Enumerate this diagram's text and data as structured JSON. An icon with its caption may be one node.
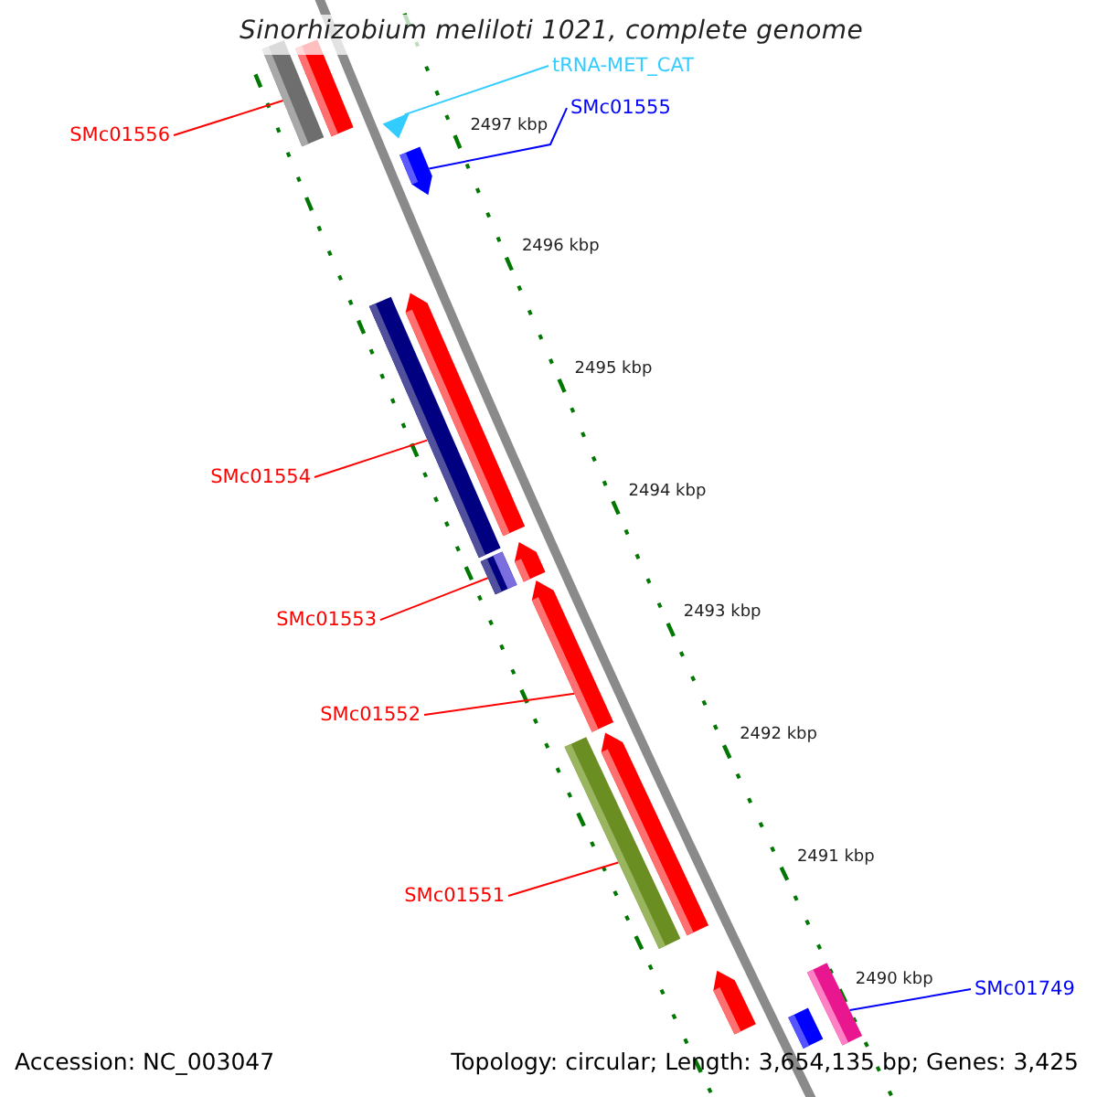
{
  "diagram": {
    "title": "Sinorhizobium meliloti 1021, complete genome",
    "nodes": [
      {
        "text": [
          "tRNA-MET_CAT"
        ]
      },
      {
        "text": [
          "SMc01555"
        ]
      },
      {
        "text": [
          "SMc01556"
        ]
      },
      {
        "text": [
          "SMc01554"
        ]
      },
      {
        "text": [
          "SMc01553"
        ]
      },
      {
        "text": [
          "SMc01552"
        ]
      },
      {
        "text": [
          "SMc01551"
        ]
      },
      {
        "text": [
          "SMc01749"
        ]
      },
      {
        "text": [],
        "shape": "bar"
      },
      {
        "text": [],
        "shape": "triangle"
      },
      {
        "text": [],
        "shape": "bar"
      },
      {
        "text": [],
        "shape": "bar"
      },
      {
        "text": [],
        "shape": "bar"
      },
      {
        "text": [],
        "shape": "bar"
      },
      {
        "text": [],
        "shape": "bar"
      },
      {
        "text": [],
        "shape": "bar"
      }
    ],
    "edges": [
      {
        "from": 0,
        "to": 9,
        "arrow": "none",
        "color": "#33ccff"
      },
      {
        "from": 1,
        "to": 10,
        "arrow": "none",
        "color": "#0000ff"
      },
      {
        "from": 2,
        "to": 8,
        "arrow": "none"
      },
      {
        "from": 3,
        "to": 11,
        "arrow": "none"
      },
      {
        "from": 4,
        "to": 12,
        "arrow": "none"
      },
      {
        "from": 5,
        "to": 13,
        "arrow": "none"
      },
      {
        "from": 6,
        "to": 14,
        "arrow": "none"
      },
      {
        "from": 7,
        "to": 15,
        "arrow": "none",
        "color": "#0000ff"
      }
    ],
    "labels": [
      "2497 kbp",
      "2496 kbp",
      "2495 kbp",
      "2494 kbp",
      "2493 kbp",
      "2492 kbp",
      "2491 kbp",
      "2490 kbp",
      "Accession: NC_003047",
      "Topology: circular; Length: 3,654,135 bp; Genes: 3,425"
    ]
  }
}
